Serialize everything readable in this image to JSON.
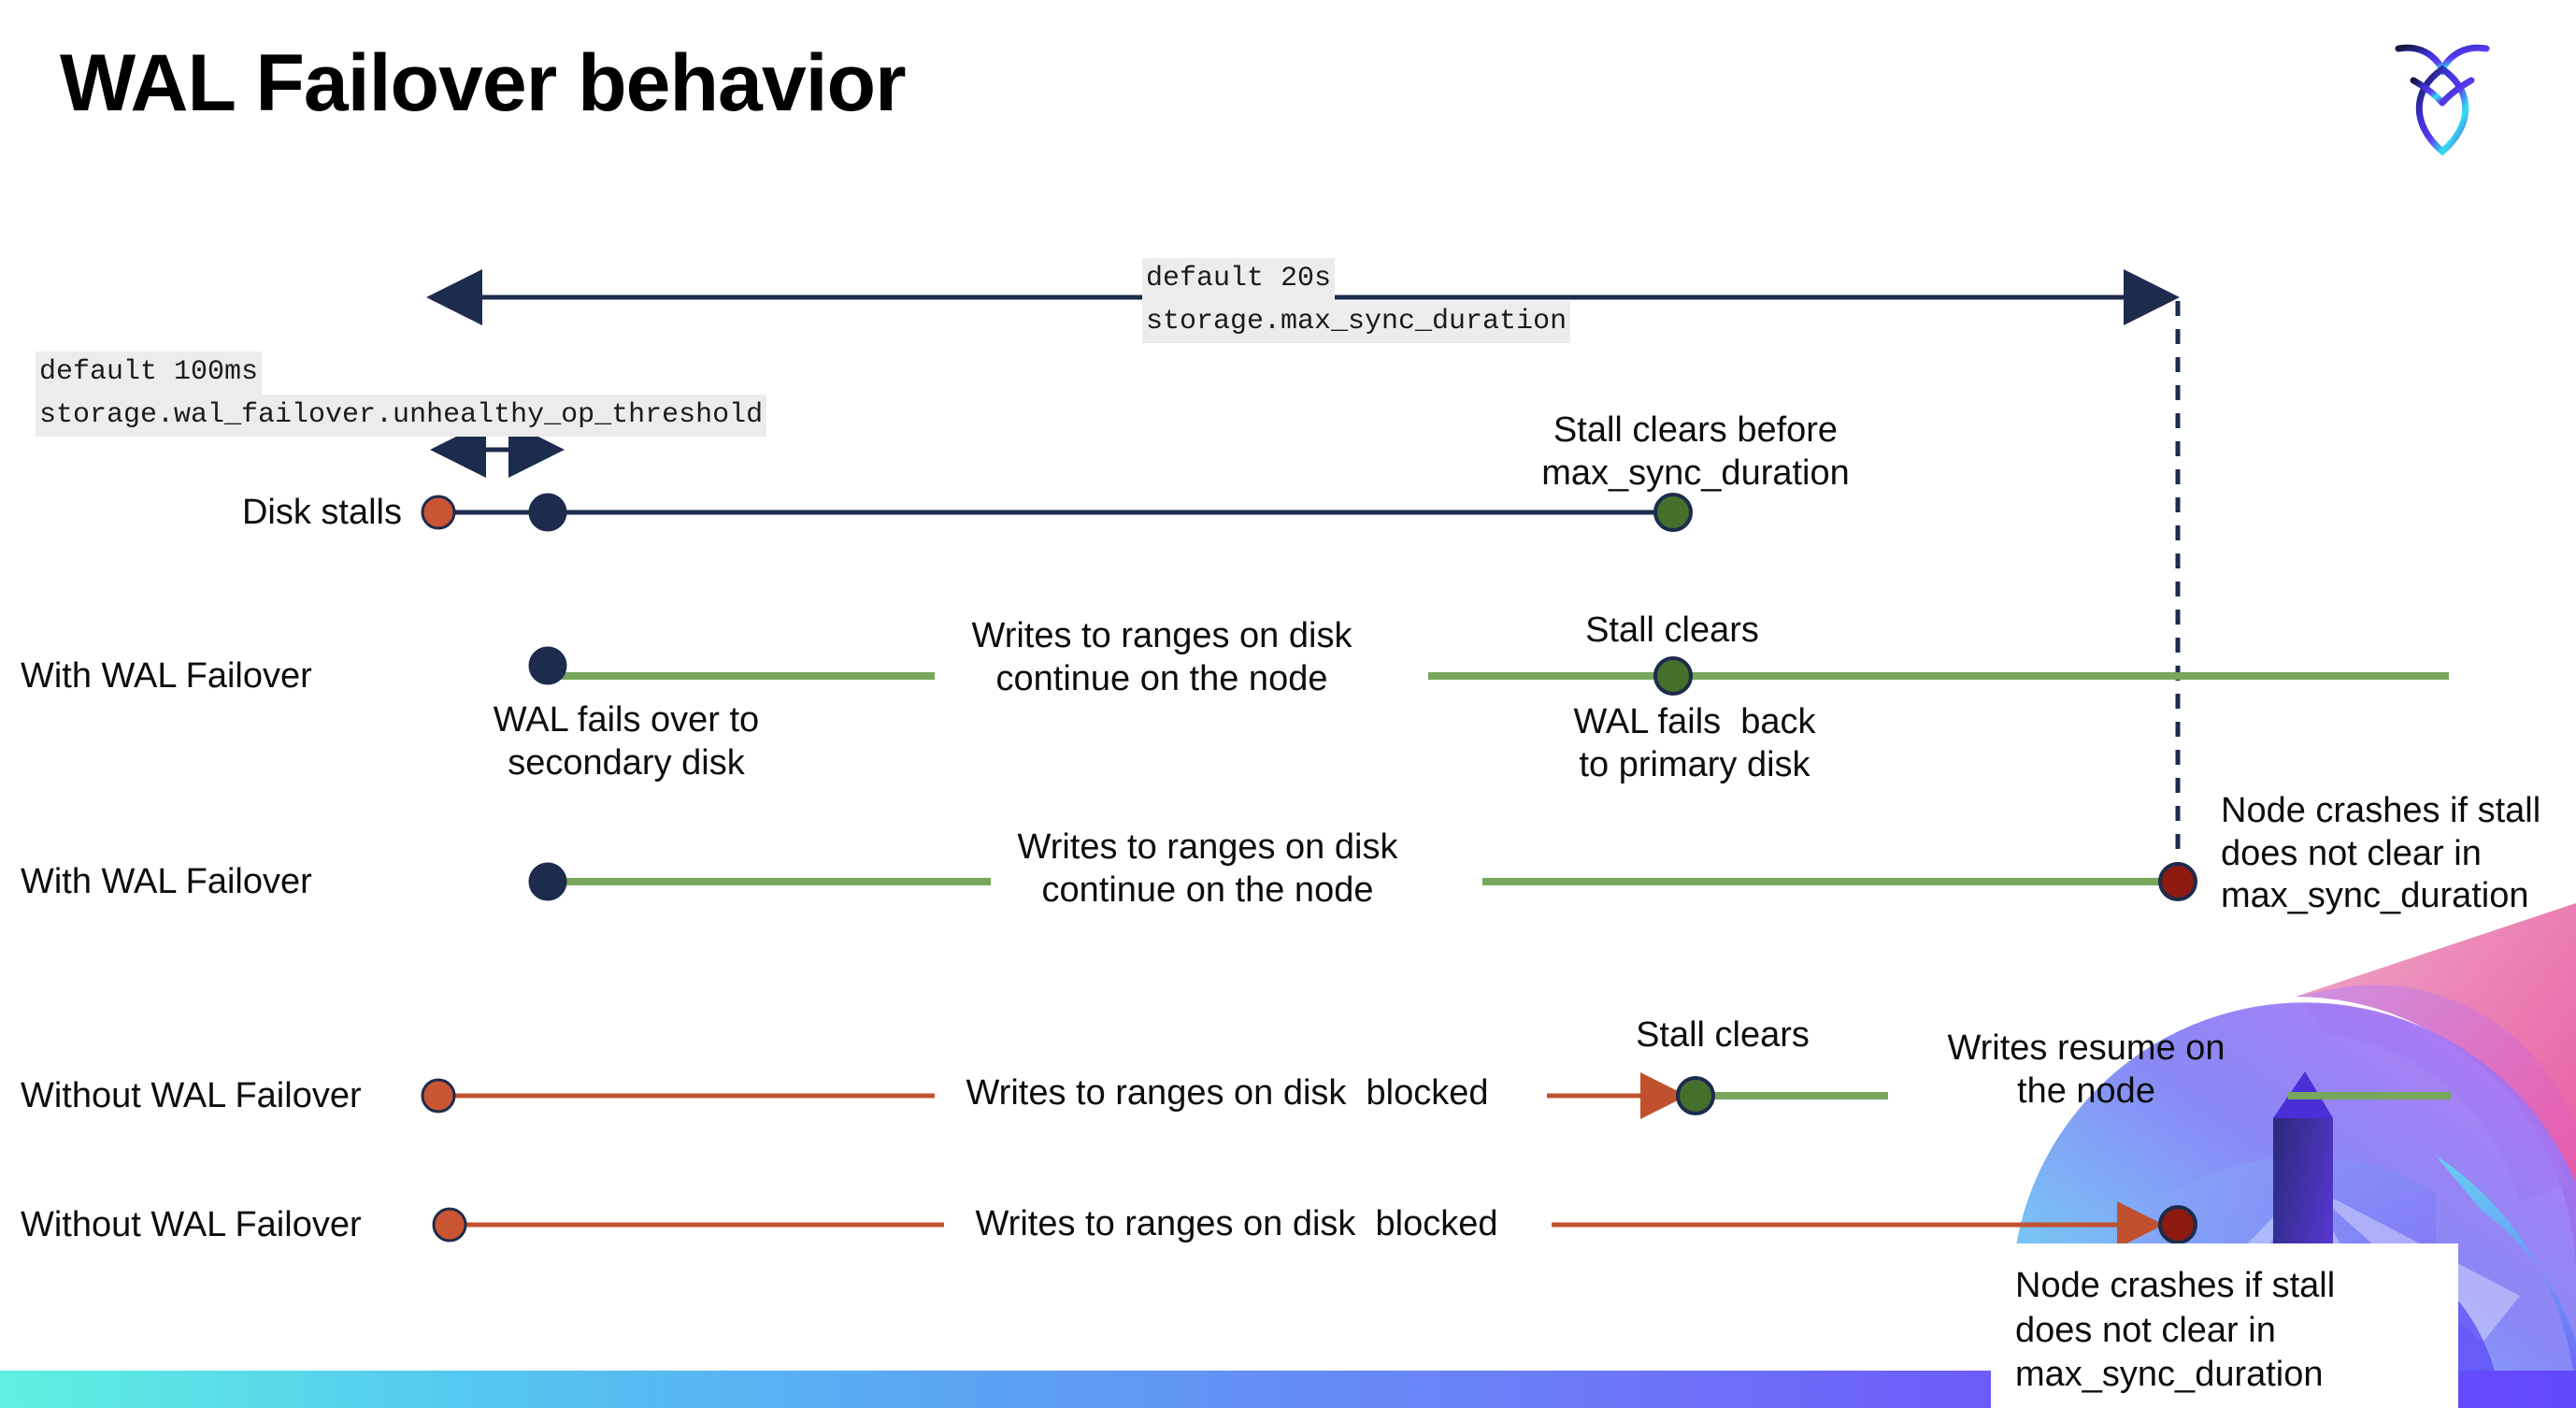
{
  "slide": {
    "title": "WAL Failover behavior",
    "logo_name": "cockroachdb-logo"
  },
  "annotations": {
    "max_sync": {
      "line1": "default 20s",
      "line2": "storage.max_sync_duration"
    },
    "unhealthy_op": {
      "line1": "default 100ms",
      "line2": "storage.wal_failover.unhealthy_op_threshold"
    }
  },
  "rows": [
    {
      "label": "Disk stalls"
    },
    {
      "label": "With WAL Failover"
    },
    {
      "label": "With WAL Failover"
    },
    {
      "label": "Without WAL Failover"
    },
    {
      "label": "Without WAL Failover"
    }
  ],
  "captions": {
    "stall_clears_before": "Stall clears before\nmax_sync_duration",
    "stall_clears_1": "Stall clears",
    "wal_fails_over": "WAL fails over to\nsecondary disk",
    "wal_fails_back": "WAL fails  back\nto primary disk",
    "writes_continue_1": "Writes to ranges on disk\ncontinue on the node",
    "writes_continue_2": "Writes to ranges on disk\ncontinue on the node",
    "node_crashes_1": "Node crashes if stall\ndoes not clear in\nmax_sync_duration",
    "writes_blocked_1": "Writes to ranges on disk  blocked",
    "stall_clears_2": "Stall clears",
    "writes_resume": "Writes resume on\nthe node",
    "writes_blocked_2": "Writes to ranges on disk  blocked",
    "node_crashes_2": "Node crashes if stall\ndoes not clear in\nmax_sync_duration"
  },
  "colors": {
    "navy": "#1d2b4d",
    "green_line": "#77a65c",
    "green_dot": "#45702b",
    "orange": "#c0512f",
    "orange_dot": "#ca5533",
    "dark_red": "#8c1a11",
    "code_bg": "#ececec",
    "text": "#0d0d0d"
  },
  "legend_markers": [
    {
      "name": "stall-start-marker",
      "color": "#ca5533"
    },
    {
      "name": "failover-marker",
      "color": "#1d2b4d"
    },
    {
      "name": "stall-clear-marker",
      "color": "#45702b"
    },
    {
      "name": "node-crash-marker",
      "color": "#8c1a11"
    }
  ]
}
